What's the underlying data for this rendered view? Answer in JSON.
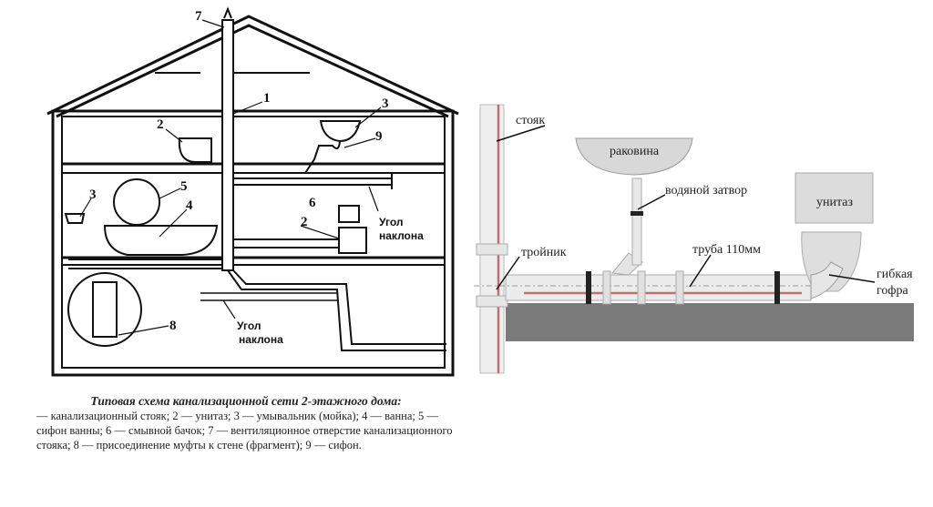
{
  "left_diagram": {
    "labels": {
      "n7": "7",
      "n1": "1",
      "n2_top": "2",
      "n3_top": "3",
      "n9": "9",
      "n3_mid": "3",
      "n5": "5",
      "n4": "4",
      "n6": "6",
      "n2_mid": "2",
      "n8": "8",
      "slope_upper_1": "Угол",
      "slope_upper_2": "наклона",
      "slope_lower_1": "Угол",
      "slope_lower_2": "наклона"
    }
  },
  "right_diagram": {
    "labels": {
      "riser": "стояк",
      "sink": "раковина",
      "water_seal": "водяной затвор",
      "toilet": "унитаз",
      "tee": "тройник",
      "pipe": "труба 110мм",
      "flex_1": "гибкая",
      "flex_2": "гофра"
    },
    "colors": {
      "pipe_accent": "#c0706a",
      "floor": "#7a7a7a",
      "fixture": "#d8d8d8"
    }
  },
  "caption": {
    "title": "Типовая схема канализационной сети 2-этажного дома:",
    "body": "— канализационный стояк; 2 — унитаз; 3 — умывальник (мойка); 4 — ванна; 5 — сифон ванны; 6 — смывной бачок; 7 — вентиляционное отверстие канализационного стояка; 8 — присоединение муфты к стене (фрагмент); 9 — сифон."
  }
}
